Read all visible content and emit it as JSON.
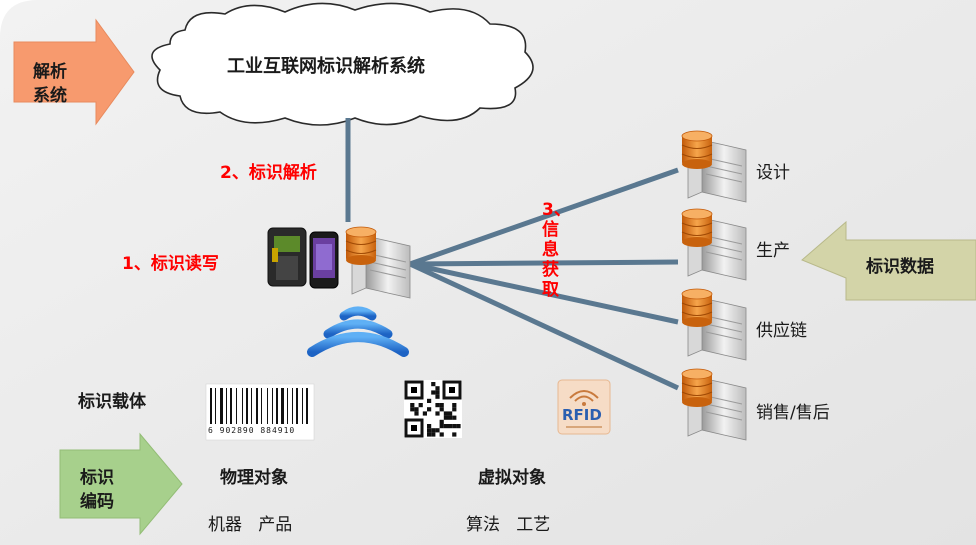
{
  "cloud": {
    "title": "工业互联网标识解析系统"
  },
  "arrows": {
    "resolve_system": "解析\n系统",
    "id_data": "标识数据",
    "id_code": "标识\n编码"
  },
  "steps": {
    "step1": "1、标识读写",
    "step2": "2、标识解析",
    "step3": "3、\n信\n息\n获\n取"
  },
  "servers": [
    {
      "label": "设计"
    },
    {
      "label": "生产"
    },
    {
      "label": "供应链"
    },
    {
      "label": "销售/售后"
    }
  ],
  "carrier": {
    "title": "标识载体",
    "barcode_digits": "6 902890 884910",
    "rfid_text": "RFID"
  },
  "objects": {
    "physical_title": "物理对象",
    "physical_items": "机器   产品",
    "virtual_title": "虚拟对象",
    "virtual_items": "算法   工艺"
  },
  "colors": {
    "bg_panel": "#efefef",
    "line": "#5a7890",
    "red_text": "#ff0000",
    "orange_arrow": "#f79a6e",
    "olive_arrow": "#d3d4a8",
    "green_arrow": "#a7d08c",
    "db_orange": "#e07a1c",
    "wifi_blue": "#2e7fd6"
  }
}
